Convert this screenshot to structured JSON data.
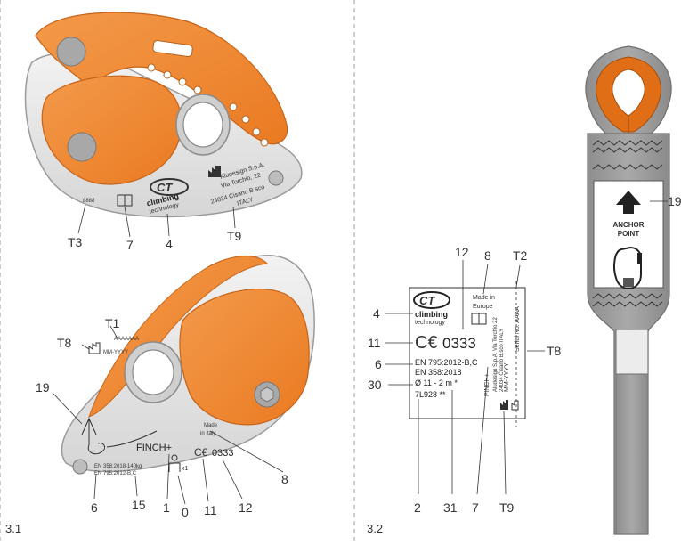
{
  "panels": {
    "left_id": "3.1",
    "right_id": "3.2"
  },
  "device_top": {
    "callouts": {
      "t3": "T3",
      "n7": "7",
      "n4": "4",
      "t9": "T9"
    },
    "serial_tiny": "8888",
    "brand_line1": "climbing",
    "brand_line2": "technology",
    "maker": [
      "Aludesign S.p.A.",
      "Via Torchio, 22",
      "24034 Cisano B.sco",
      "ITALY"
    ]
  },
  "device_bottom": {
    "callouts": {
      "t1": "T1",
      "t8": "T8",
      "n19": "19",
      "n6": "6",
      "n15": "15",
      "n1": "1",
      "n0": "0",
      "n11": "11",
      "n12": "12",
      "n8": "8"
    },
    "batch": "AAAAAAA",
    "date_code": "MM-YYYY",
    "model": "FINCH+",
    "made_in_1": "Made",
    "made_in_2": "in Italy",
    "ce_number": "0333",
    "norm1": "EN 358:2018-140kg",
    "norm2": "EN 795:2012-B,C",
    "persons": "x1"
  },
  "label": {
    "callouts": {
      "n12": "12",
      "n8": "8",
      "t2": "T2",
      "n4": "4",
      "n11": "11",
      "n6": "6",
      "n30": "30",
      "n2": "2",
      "n31": "31",
      "n7": "7",
      "t9": "T9",
      "t8": "T8"
    },
    "brand_line1": "climbing",
    "brand_line2": "technology",
    "made_in_1": "Made in",
    "made_in_2": "Europe",
    "ce_number": "0333",
    "norm1": "EN 795:2012-B,C",
    "norm2": "EN 358:2018",
    "diameter": "Ø 11 - 2 m *",
    "lot": "7L928 **",
    "model": "FINCH+",
    "maker_1": "Aludesign S.p.A. Via Torchio 22",
    "maker_2": "24034 Cisano B.sco ITALY",
    "date_code": "MM-YYYY",
    "serial": "Serial No. AAAA"
  },
  "anchor": {
    "callout_19": "19",
    "text_1": "ANCHOR",
    "text_2": "POINT"
  }
}
